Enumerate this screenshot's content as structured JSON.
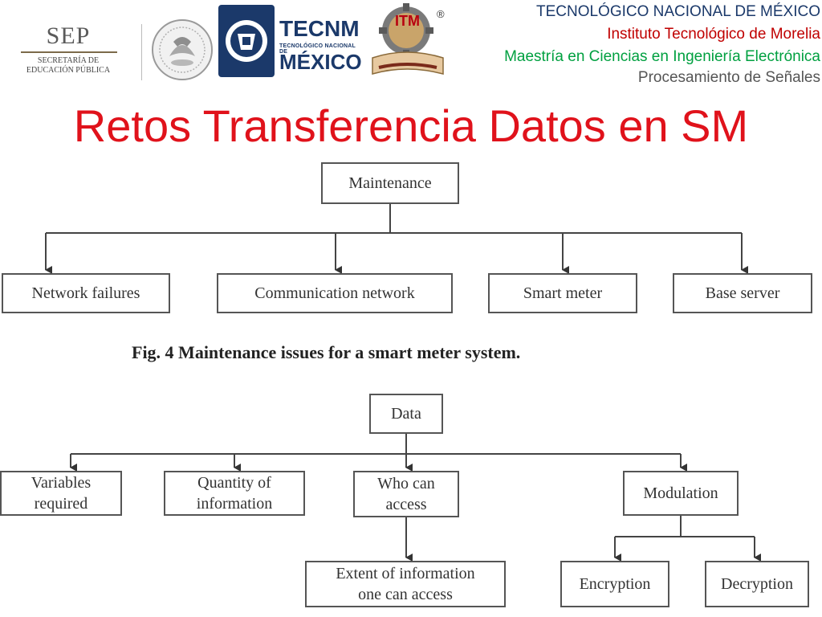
{
  "header": {
    "sep": {
      "logo_text": "SEP",
      "subtitle_line1": "SECRETARÍA DE",
      "subtitle_line2": "EDUCACIÓN PÚBLICA"
    },
    "tecnm_logo": {
      "line1": "TECNM",
      "line2": "TECNOLÓGICO NACIONAL DE",
      "line3": "MÉXICO"
    },
    "itm_logo": {
      "letters": "ITM",
      "registered": "®"
    },
    "lines": [
      "TECNOLÓGICO NACIONAL DE MÉXICO",
      "Instituto Tecnológico de Morelia",
      "Maestría en Ciencias en Ingeniería Electrónica",
      "Procesamiento de Señales"
    ]
  },
  "title": "Retos Transferencia Datos en SM",
  "figure4": {
    "root": "Maintenance",
    "children": [
      "Network failures",
      "Communication network",
      "Smart meter",
      "Base server"
    ],
    "caption": "Fig. 4 Maintenance issues for a smart meter system."
  },
  "figure5": {
    "root": "Data",
    "children": [
      {
        "line1": "Variables",
        "line2": "required"
      },
      {
        "line1": "Quantity of",
        "line2": "information"
      },
      {
        "line1": "Who can",
        "line2": "access"
      },
      {
        "line1": "Modulation",
        "line2": ""
      }
    ],
    "who_child": {
      "line1": "Extent of information",
      "line2": "one can access"
    },
    "modulation_children": [
      "Encryption",
      "Decryption"
    ]
  }
}
